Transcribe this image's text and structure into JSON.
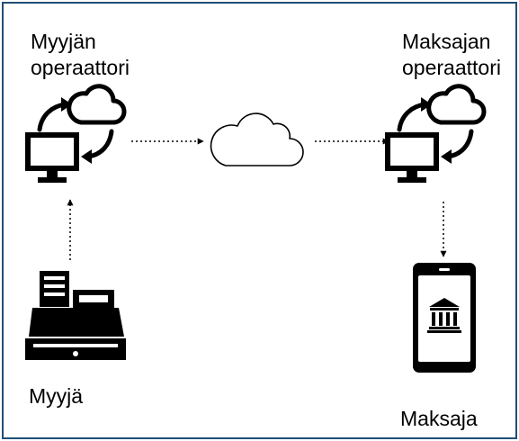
{
  "seller_operator": {
    "line1": "Myyjän",
    "line2": "operaattori"
  },
  "payer_operator": {
    "line1": "Maksajan",
    "line2": "operaattori"
  },
  "seller": {
    "label": "Myyjä"
  },
  "payer": {
    "label": "Maksaja"
  },
  "colors": {
    "frame": "#1f4f78",
    "ink": "#000000",
    "background": "#ffffff"
  },
  "icons": [
    "computer-sync-cloud-icon",
    "cloud-icon",
    "cash-register-icon",
    "smartphone-bank-icon"
  ]
}
